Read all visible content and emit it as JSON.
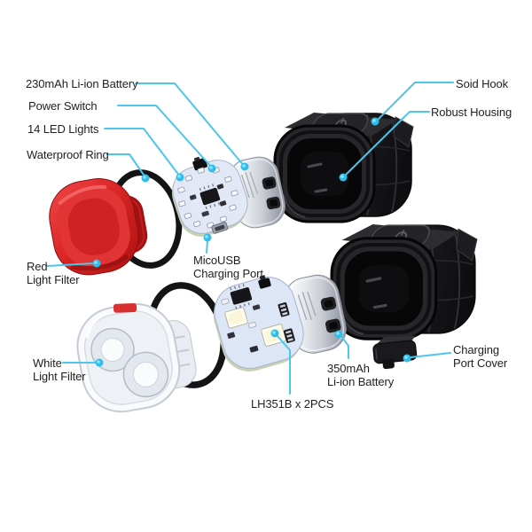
{
  "diagram": {
    "type": "exploded-product-diagram",
    "background": "#ffffff",
    "accent_color": "#4cc6ea",
    "dot_color": "#2fbde9",
    "text_color": "#1f1f1f"
  },
  "labels": {
    "battery_230": "230mAh Li-ion Battery",
    "power_switch": "Power Switch",
    "led_lights": "14 LED Lights",
    "waterproof_ring": "Waterproof Ring",
    "red_filter": "Red\nLight Filter",
    "micousb": "MicoUSB\nCharging Port",
    "white_filter": "White\nLight Filter",
    "lh351b": "LH351B x 2PCS",
    "battery_350": "350mAh\nLi-ion Battery",
    "charging_cover": "Charging\nPort Cover",
    "soid_hook": "Soid Hook",
    "robust_housing": "Robust Housing"
  }
}
